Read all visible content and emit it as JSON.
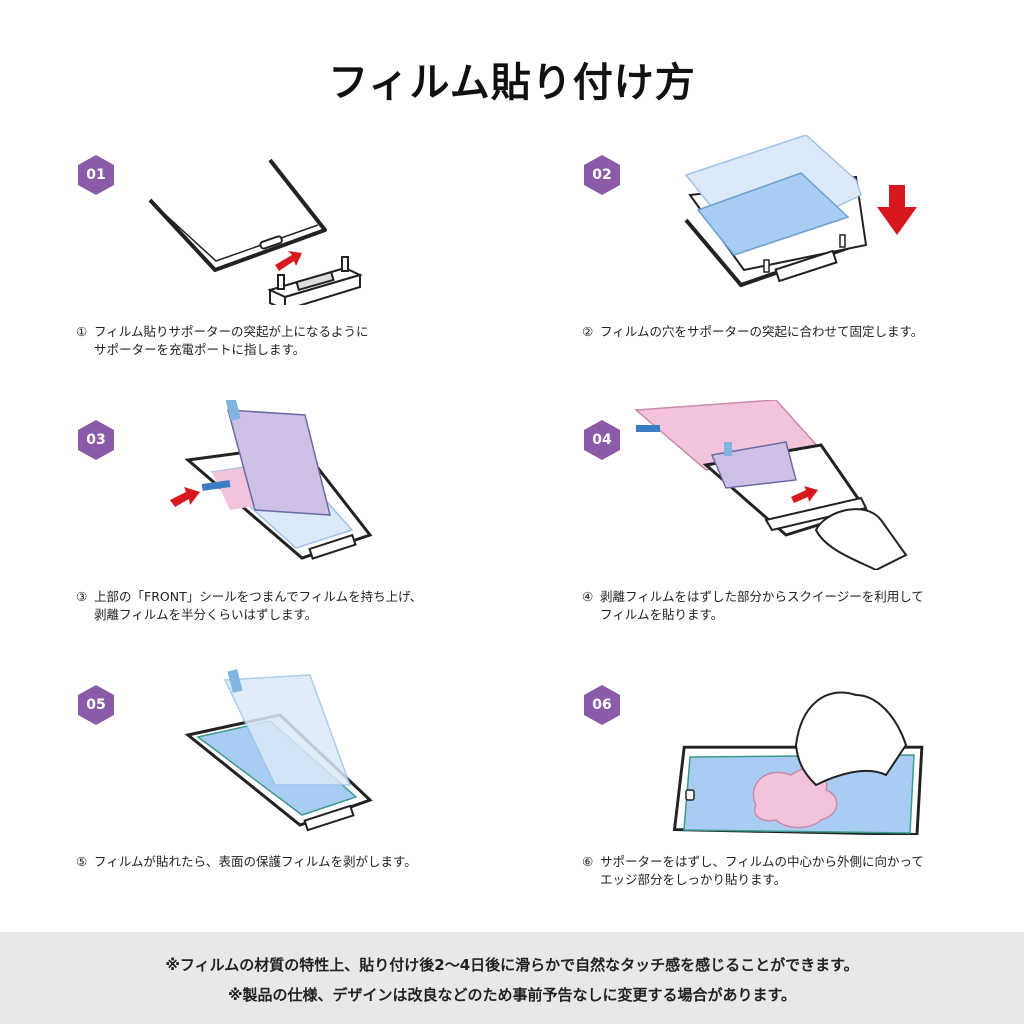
{
  "page": {
    "title": "フィルム貼り付け方",
    "badge_color": "#8b5aa8",
    "arrow_color": "#d7191f",
    "film_blue": "#a9cdf2",
    "film_pink": "#f2c3da",
    "film_purple": "#cfc1e6"
  },
  "steps": [
    {
      "badge": "01",
      "marker": "①",
      "line1": "フィルム貼りサポーターの突起が上になるように",
      "line2": "サポーターを充電ポートに指します。"
    },
    {
      "badge": "02",
      "marker": "②",
      "line1": "フィルムの穴をサポーターの突起に合わせて固定します。",
      "line2": ""
    },
    {
      "badge": "03",
      "marker": "③",
      "line1": "上部の「FRONT」シールをつまんでフィルムを持ち上げ、",
      "line2": "剥離フィルムを半分くらいはずします。"
    },
    {
      "badge": "04",
      "marker": "④",
      "line1": "剥離フィルムをはずした部分からスクイージーを利用して",
      "line2": "フィルムを貼ります。"
    },
    {
      "badge": "05",
      "marker": "⑤",
      "line1": "フィルムが貼れたら、表面の保護フィルムを剥がします。",
      "line2": ""
    },
    {
      "badge": "06",
      "marker": "⑥",
      "line1": "サポーターをはずし、フィルムの中心から外側に向かって",
      "line2": "エッジ部分をしっかり貼ります。"
    }
  ],
  "footer": {
    "note1": "※フィルムの材質の特性上、貼り付け後2〜4日後に滑らかで自然なタッチ感を感じることができます。",
    "note2": "※製品の仕様、デザインは改良などのため事前予告なしに変更する場合があります。"
  }
}
